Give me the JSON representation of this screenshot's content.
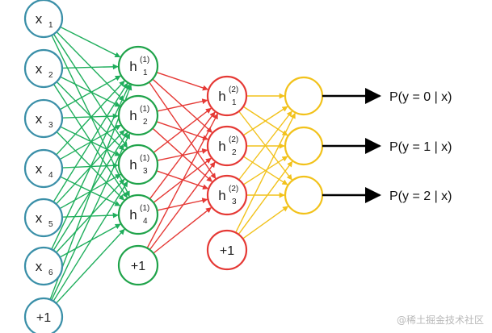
{
  "colors": {
    "input": "#3a8fa8",
    "hidden1": "#1fa34a",
    "hidden2": "#e53935",
    "output": "#f2c21b",
    "edge_input": "#1fae5c",
    "edge_h1": "#e53935",
    "edge_h2": "#f2c21b",
    "arrow": "#000000"
  },
  "layers": {
    "input": [
      {
        "base": "x",
        "sub": "1"
      },
      {
        "base": "x",
        "sub": "2"
      },
      {
        "base": "x",
        "sub": "3"
      },
      {
        "base": "x",
        "sub": "4"
      },
      {
        "base": "x",
        "sub": "5"
      },
      {
        "base": "x",
        "sub": "6"
      },
      {
        "label": "+1"
      }
    ],
    "hidden1": [
      {
        "base": "h",
        "sub": "1",
        "sup": "(1)"
      },
      {
        "base": "h",
        "sub": "2",
        "sup": "(1)"
      },
      {
        "base": "h",
        "sub": "3",
        "sup": "(1)"
      },
      {
        "base": "h",
        "sub": "4",
        "sup": "(1)"
      },
      {
        "label": "+1"
      }
    ],
    "hidden2": [
      {
        "base": "h",
        "sub": "1",
        "sup": "(2)"
      },
      {
        "base": "h",
        "sub": "2",
        "sup": "(2)"
      },
      {
        "base": "h",
        "sub": "3",
        "sup": "(2)"
      },
      {
        "label": "+1"
      }
    ],
    "output": [
      {
        "label": ""
      },
      {
        "label": ""
      },
      {
        "label": ""
      }
    ]
  },
  "outputs": [
    "P(y = 0 | x)",
    "P(y = 1 | x)",
    "P(y = 2 | x)"
  ],
  "watermark": "@稀土掘金技术社区"
}
